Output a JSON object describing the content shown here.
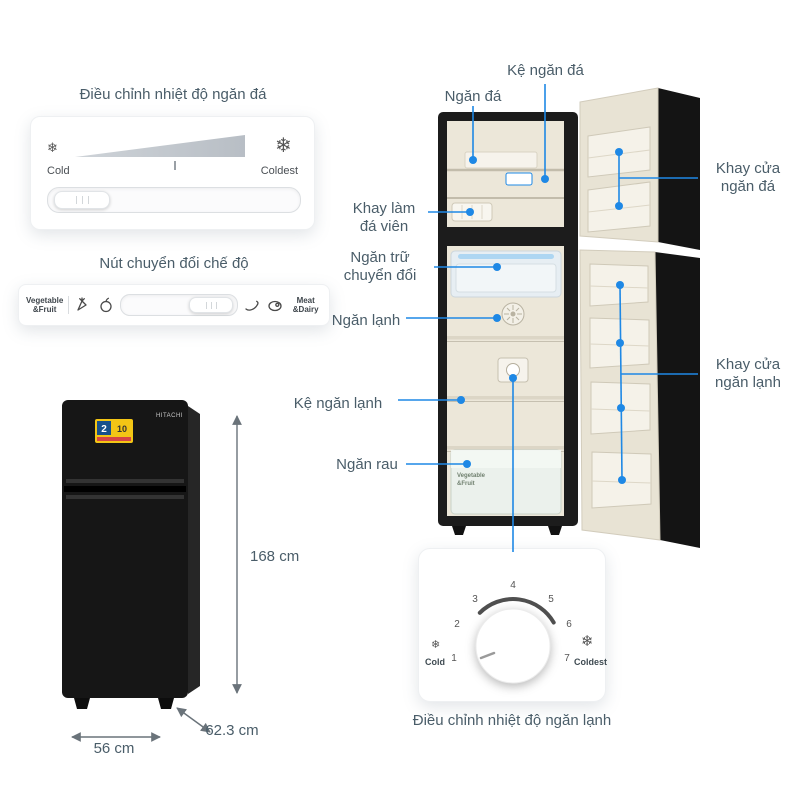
{
  "colors": {
    "accent": "#1e88e5",
    "label": "#4a5d69",
    "arrow": "#6a737a"
  },
  "titles": {
    "freezer_temp": "Điều chỉnh nhiệt độ ngăn đá",
    "mode_switch": "Nút chuyển đổi chế độ",
    "fridge_temp": "Điều chỉnh nhiệt độ ngăn lạnh"
  },
  "freezer_panel": {
    "cold": "Cold",
    "coldest": "Coldest",
    "snowflake": "❄"
  },
  "mode_panel": {
    "left": "Vegetable &Fruit",
    "right": "Meat &Dairy"
  },
  "dial": {
    "numbers": [
      "1",
      "2",
      "3",
      "4",
      "5",
      "6",
      "7"
    ],
    "cold": "Cold",
    "coldest": "Coldest",
    "snowflake": "❄"
  },
  "callouts": {
    "freezer_shelf": "Kệ ngăn đá",
    "freezer_box": "Ngăn đá",
    "freezer_door_tray": "Khay cửa ngăn đá",
    "ice_tray": "Khay làm đá viên",
    "convertible": "Ngăn trữ chuyển đổi",
    "fridge_box": "Ngăn lạnh",
    "fridge_door_tray": "Khay cửa ngăn lạnh",
    "fridge_shelf": "Kệ ngăn lạnh",
    "crisper": "Ngăn rau"
  },
  "dimensions": {
    "height": "168 cm",
    "width": "56 cm",
    "depth": "62.3 cm"
  },
  "product": {
    "brand": "HITACHI",
    "energy_badge_1": "2",
    "energy_badge_2": "10"
  },
  "interior": {
    "crisper_line1": "Vegetable",
    "crisper_line2": "&Fruit"
  }
}
